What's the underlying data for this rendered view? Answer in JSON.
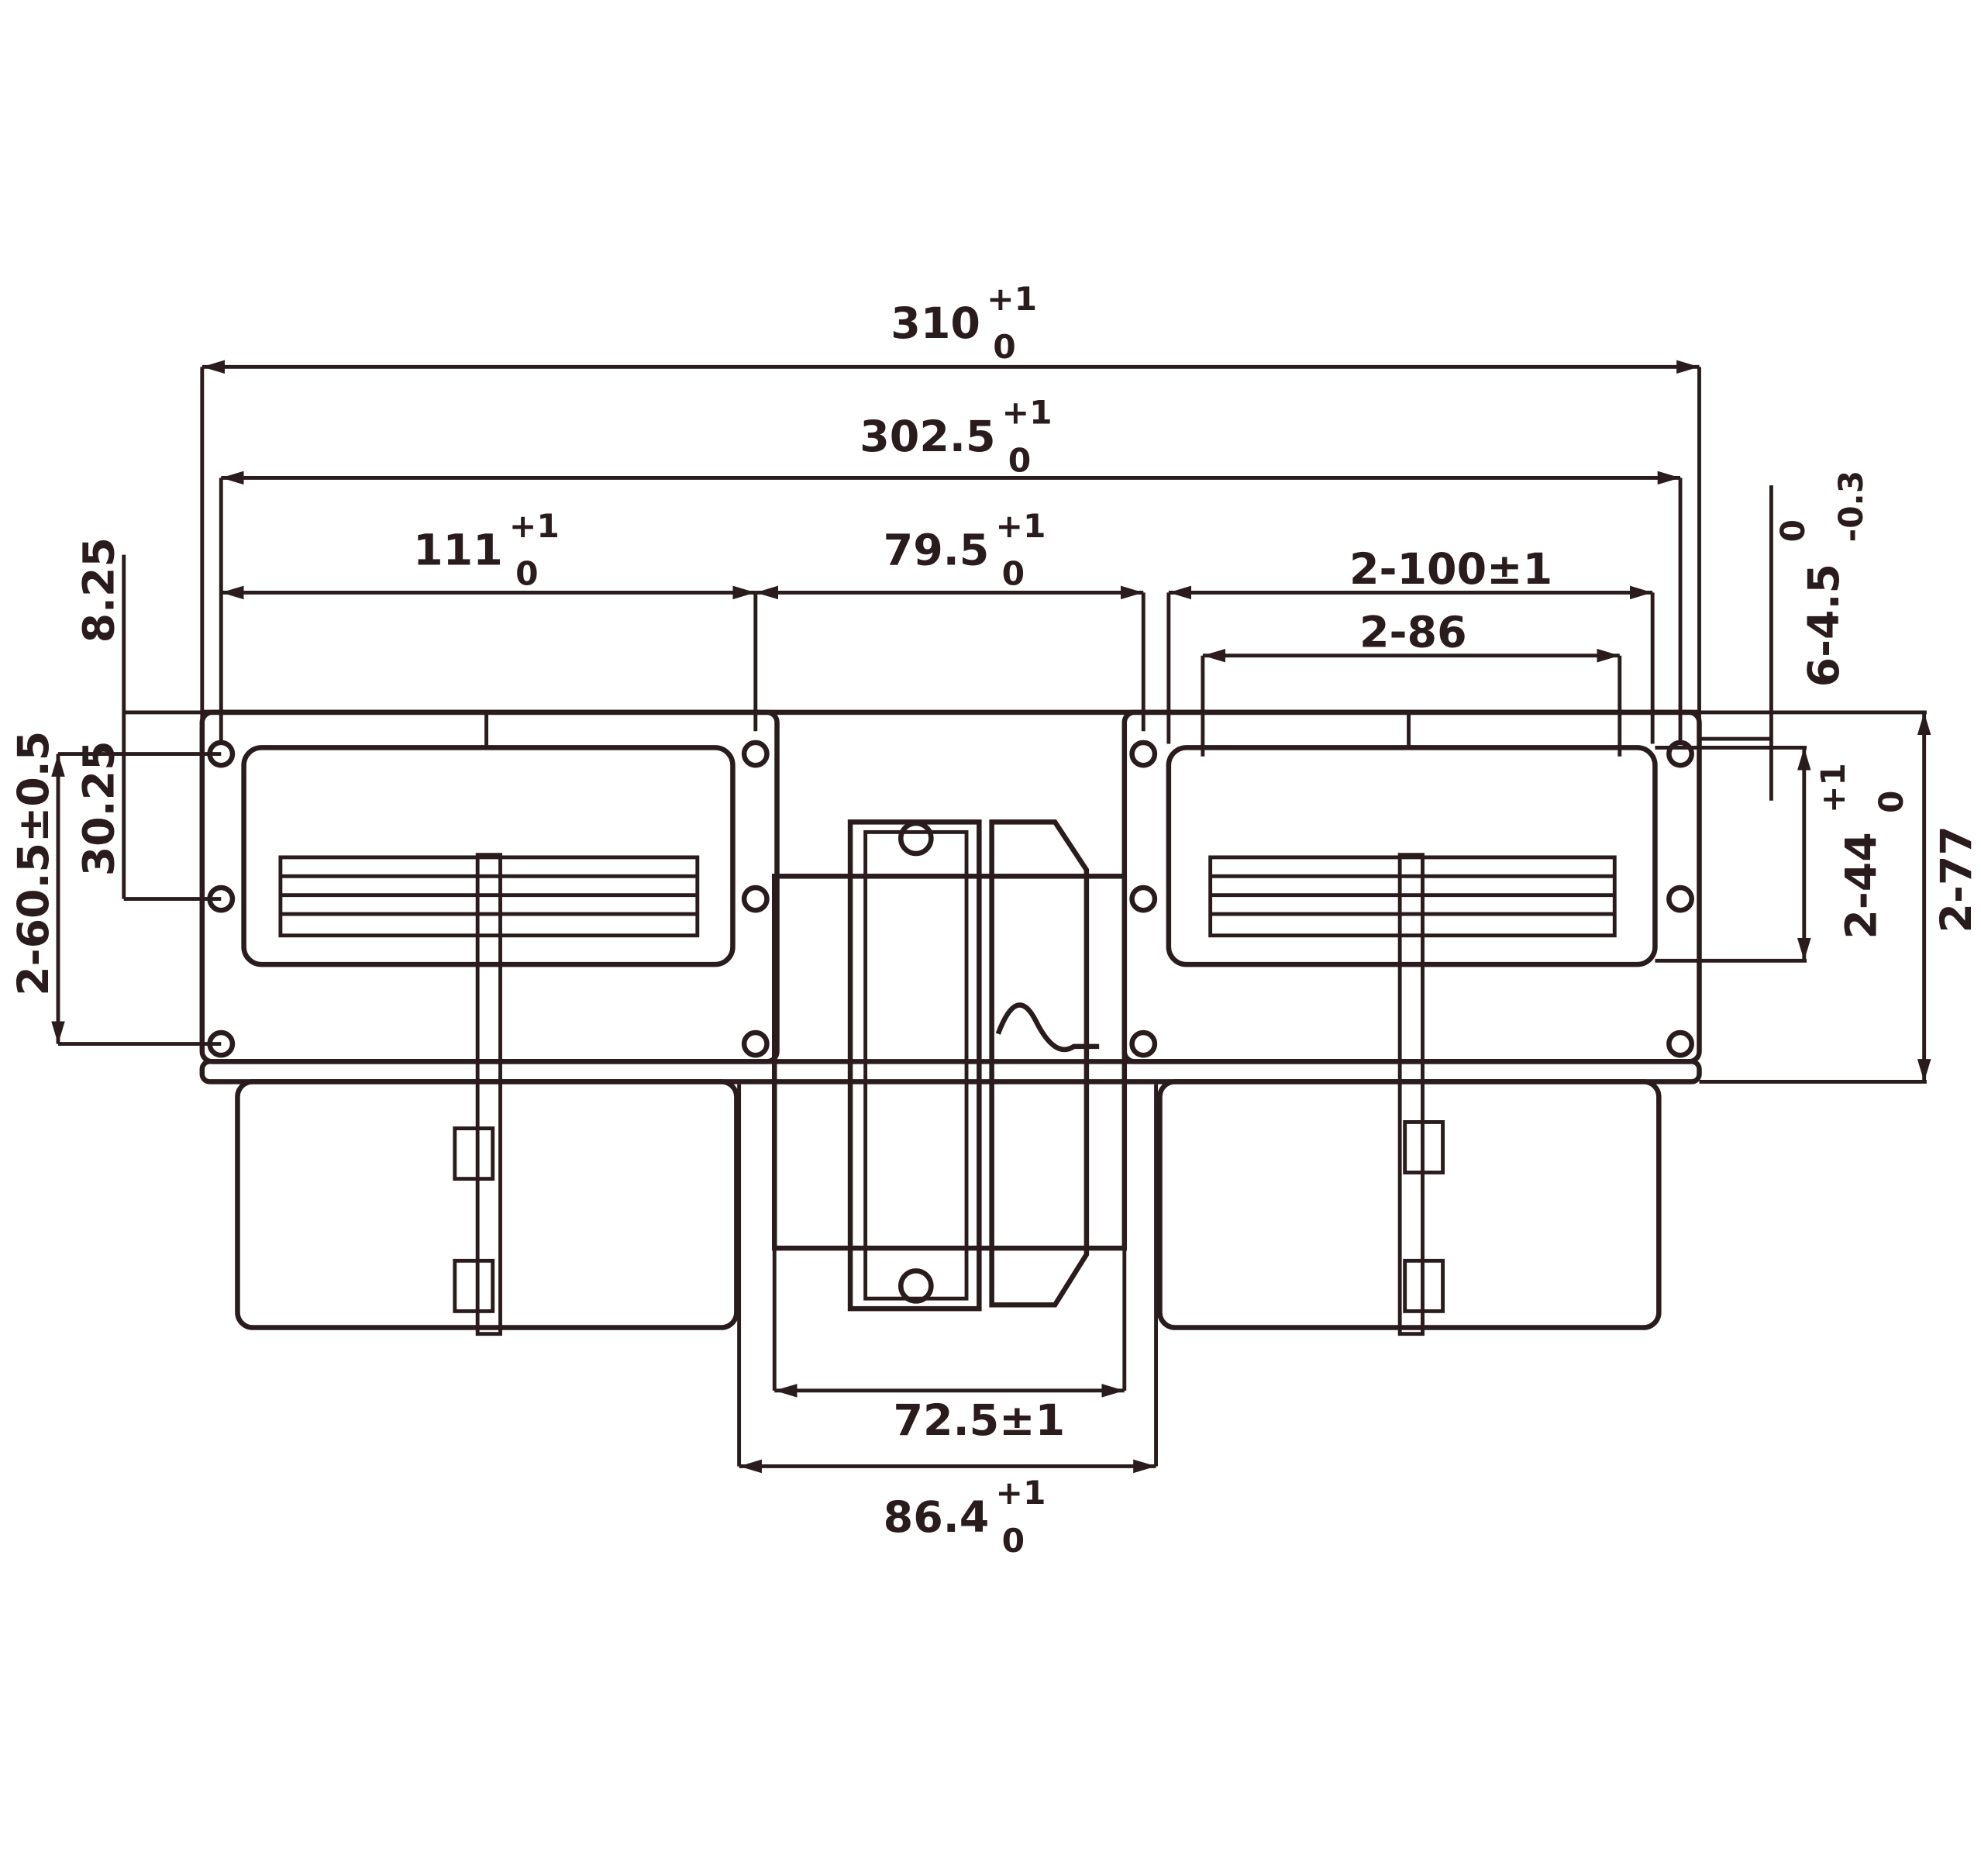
{
  "title": "Dual blower fan dimension drawing",
  "dimensions": {
    "overall_width": {
      "value": "310",
      "upper_tol": "+1",
      "lower_tol": "0"
    },
    "mount_width": {
      "value": "302.5",
      "upper_tol": "+1",
      "lower_tol": "0"
    },
    "left_span": {
      "value": "111",
      "upper_tol": "+1",
      "lower_tol": "0"
    },
    "center_span": {
      "value": "79.5",
      "upper_tol": "+1",
      "lower_tol": "0"
    },
    "outlet_outer": {
      "text": "2-100±1"
    },
    "outlet_inner": {
      "text": "2-86"
    },
    "hole_dia": {
      "value": "6-4.5",
      "upper_tol": "0",
      "lower_tol": "-0.3"
    },
    "top_offset": {
      "text": "8.25"
    },
    "hole_pitch_small": {
      "text": "30.25"
    },
    "hole_pitch": {
      "text": "2-60.5±0.5"
    },
    "outlet_height": {
      "value": "2-44",
      "upper_tol": "+1",
      "lower_tol": "0"
    },
    "flange_height": {
      "text": "2-77"
    },
    "motor_width": {
      "text": "72.5±1"
    },
    "motor_overall": {
      "value": "86.4",
      "upper_tol": "+1",
      "lower_tol": "0"
    }
  }
}
